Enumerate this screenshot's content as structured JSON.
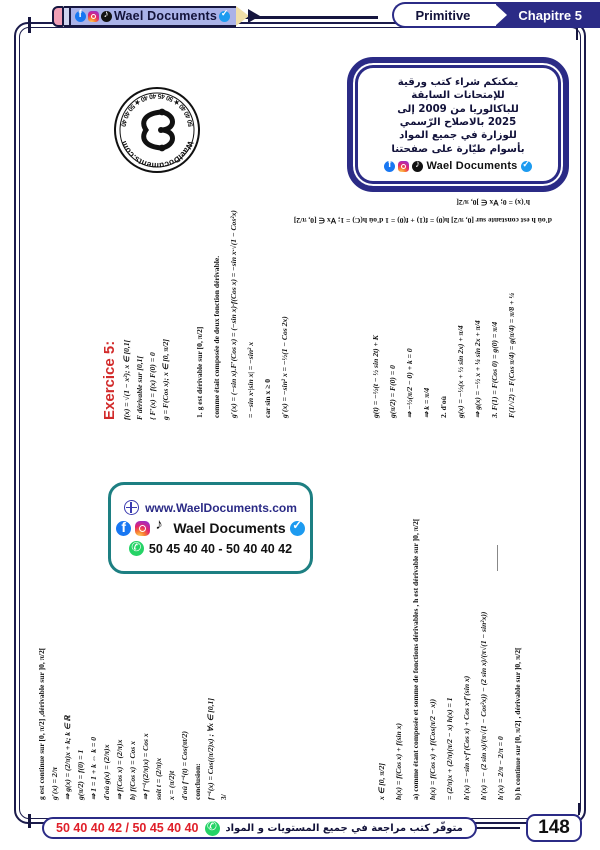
{
  "header": {
    "brand": "Wael Documents",
    "brand_icons": [
      "facebook-icon",
      "instagram-icon",
      "tiktok-icon",
      "verified-icon"
    ],
    "subject_tab": "Primitive",
    "chapter_tab": "Chapitre 5"
  },
  "stamp": {
    "top_text": "WaelDocuments.com",
    "bottom_text": "50 50 40 40 ★ 50 45 40 40 ★ 50 40 40 42"
  },
  "promo": {
    "lines": [
      "يمكنكم شراء كتب ورقية",
      "للإمتحانات السابقة",
      "للباكالوريا من 2009 إلى",
      "2025 بالاصلاح الرّسمي",
      "للوزارة في جميع المواد",
      "بأسوام طيّارة على صفحتنا"
    ],
    "brand": "Wael Documents"
  },
  "contact_card": {
    "website": "www.WaelDocuments.com",
    "brand": "Wael Documents",
    "phones": "50 45 40 40 - 50 40 40 42"
  },
  "footer": {
    "numbers": "50 40 40 42 / 50 45 40 40",
    "arabic": "متوفّر كتب مراجعة في جميع المستويات و المواد",
    "page_number": "148"
  },
  "colors": {
    "navy": "#2b2b86",
    "dark_navy": "#16163f",
    "red": "#e0202a",
    "exercise_red": "#d22b2b",
    "teal": "#1d7f82",
    "whatsapp_green": "#25d366"
  },
  "math": {
    "top_inverted": [
      "h′(x) = 0; ∀x ∈ ]0, π/2[",
      "d'où h est constante sur [0, π/2]  h(0) = f(1) + f(0) = 1 d'où h(C) = 1; ∀x ∈ [0, π/2]"
    ],
    "col_exercice": {
      "title": "Exercice 5:",
      "lines": [
        "f(x) = √(1 − x²); x ∈ [0,1[",
        "F dérivable sur [0,1[",
        "{ F′(x) = f(x)   F(0) = 0",
        "g = F(Cos x); x ∈ [0, π/2]"
      ]
    },
    "col_part1": [
      "1.  g est dérivable sur [0, π/2]",
      "comme était composée de deux fonction dérivable.",
      "g′(x) = (−sin x).F′(Cos x) = (−sin x)·f(Cos x) = −sin x·√(1 − Cos²x)",
      "= −sin x·|sin x| = −sin² x",
      "car sin x ≥ 0",
      "g′(x) = −sin² x = −½(1 − Cos 2x)"
    ],
    "col_part2": [
      "g(t) = −½(t − ½ sin 2t) + K",
      "g(π/2) = F(0) = 0",
      "⇒ −½(π/2 − 0) + k = 0",
      "⇒ k = π/4",
      "2.   d'où",
      "g(x) = −½(x + ½ sin 2x) + π/4",
      "⇒ g(x) = −½ x + ¼ sin 2x + π/4",
      "3.   F(1) = F(Cos 0) = g(0) = π/4",
      "F(1/√2) = F(Cos π/4) = g(π/4) = π/8 + ¼"
    ],
    "col_bottom_left": [
      "g est continue sur [0, π/2] ,dérivable sur ]0, π/2[",
      "g′(x) = 2/π",
      "⇒ g(x) = (2/π)x + k; k ∈ ℝ",
      "g(π/2) = f(0) = 1",
      "⇒ 1 = 1 + k ⇔ k = 0",
      "d'où g(x) = (2/π)x",
      "⇒ f(Cos x) = (2/π)x",
      "b) f(Cos x) = Cos x",
      "⇒ f⁻¹((2/π)x) = Cos x",
      "soit t = (2/π)x",
      "x = (π/2)t",
      "d'où f⁻¹(t) = Cos(πt/2)",
      "conclusion:",
      "f⁻¹(x) = Cos((π/2)x) ; ∀x ∈ [0,1]",
      "3/"
    ],
    "col_bottom_right": [
      "x ∈ [0, π/2]",
      "h(x) = f(Cos x) + f(sin x)",
      "a) comme étant composée et somme de fonctions dérivables , h est dérivable sur ]0, π/2[",
      "h(x) = f(Cos x) + f(Cos(π/2 − x))",
      "= (2/π)x + (2/π)(π/2 − x)   h(x) = 1",
      "h′(x) = −sin x·f′(Cos x) + Cos x·f′(sin x)",
      "h′(x) = − (2 sin x)/(π√(1 − Cos²x)) − (2 sin x)/(π√(1 − sin²x))",
      "h′(x) = 2/π − 2/π = 0",
      "b) h continue sur [0, π/2] , dérivable sur ]0, π/2["
    ]
  }
}
